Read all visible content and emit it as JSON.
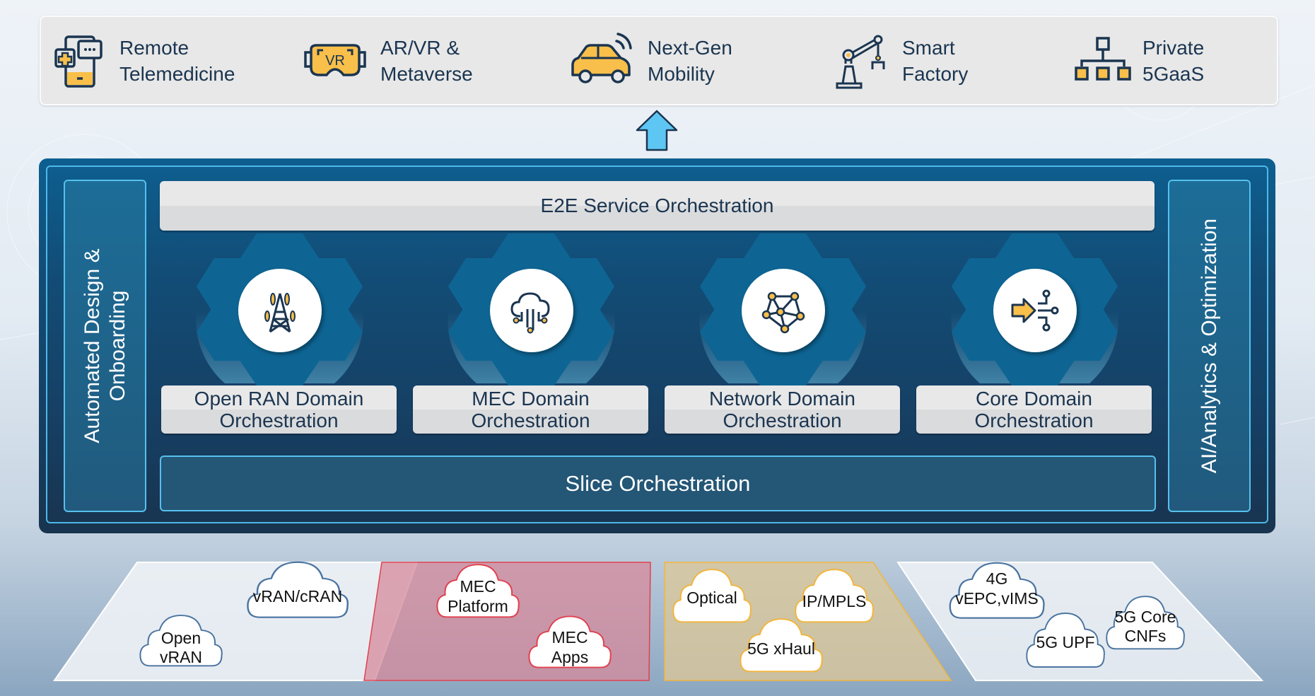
{
  "use_cases": [
    {
      "icon": "telemedicine-phone-icon",
      "lines": [
        "Remote",
        "Telemedicine"
      ]
    },
    {
      "icon": "vr-headset-icon",
      "lines": [
        "AR/VR &",
        "Metaverse"
      ],
      "badge": "VR"
    },
    {
      "icon": "connected-car-icon",
      "lines": [
        "Next-Gen",
        "Mobility"
      ]
    },
    {
      "icon": "robot-arm-icon",
      "lines": [
        "Smart",
        "Factory"
      ]
    },
    {
      "icon": "hierarchy-network-icon",
      "lines": [
        "Private",
        "5GaaS"
      ]
    }
  ],
  "orchestration": {
    "left_panel": [
      "Automated Design &",
      "Onboarding"
    ],
    "right_panel": "AI/Analytics & Optimization",
    "e2e": "E2E Service Orchestration",
    "domains": [
      {
        "icon": "cell-tower-icon",
        "lines": [
          "Open RAN Domain",
          "Orchestration"
        ]
      },
      {
        "icon": "cloud-computing-icon",
        "lines": [
          "MEC Domain",
          "Orchestration"
        ]
      },
      {
        "icon": "network-mesh-icon",
        "lines": [
          "Network Domain",
          "Orchestration"
        ]
      },
      {
        "icon": "data-routing-icon",
        "lines": [
          "Core Domain",
          "Orchestration"
        ]
      }
    ],
    "slice": "Slice Orchestration"
  },
  "infrastructure": [
    {
      "name": "ran",
      "clouds": [
        [
          "vRAN/cRAN"
        ],
        [
          "Open",
          "vRAN"
        ]
      ]
    },
    {
      "name": "mec",
      "clouds": [
        [
          "MEC",
          "Platform"
        ],
        [
          "MEC",
          "Apps"
        ]
      ]
    },
    {
      "name": "transport",
      "clouds": [
        [
          "Optical"
        ],
        [
          "IP/MPLS"
        ],
        [
          "5G xHaul"
        ]
      ]
    },
    {
      "name": "core",
      "clouds": [
        [
          "4G",
          "vEPC,vIMS"
        ],
        [
          "5G UPF"
        ],
        [
          "5G Core",
          "CNFs"
        ]
      ]
    }
  ],
  "colors": {
    "navy_text": "#1b3550",
    "accent_yellow": "#f8bf4a",
    "panel_blue": "#124d77",
    "border_cyan": "#56c0ee",
    "arrow_blue": "#5ec6f3",
    "mec_red": "#e0414f",
    "transport_gold": "#f2b53c",
    "ran_blue": "#4a74a0"
  }
}
